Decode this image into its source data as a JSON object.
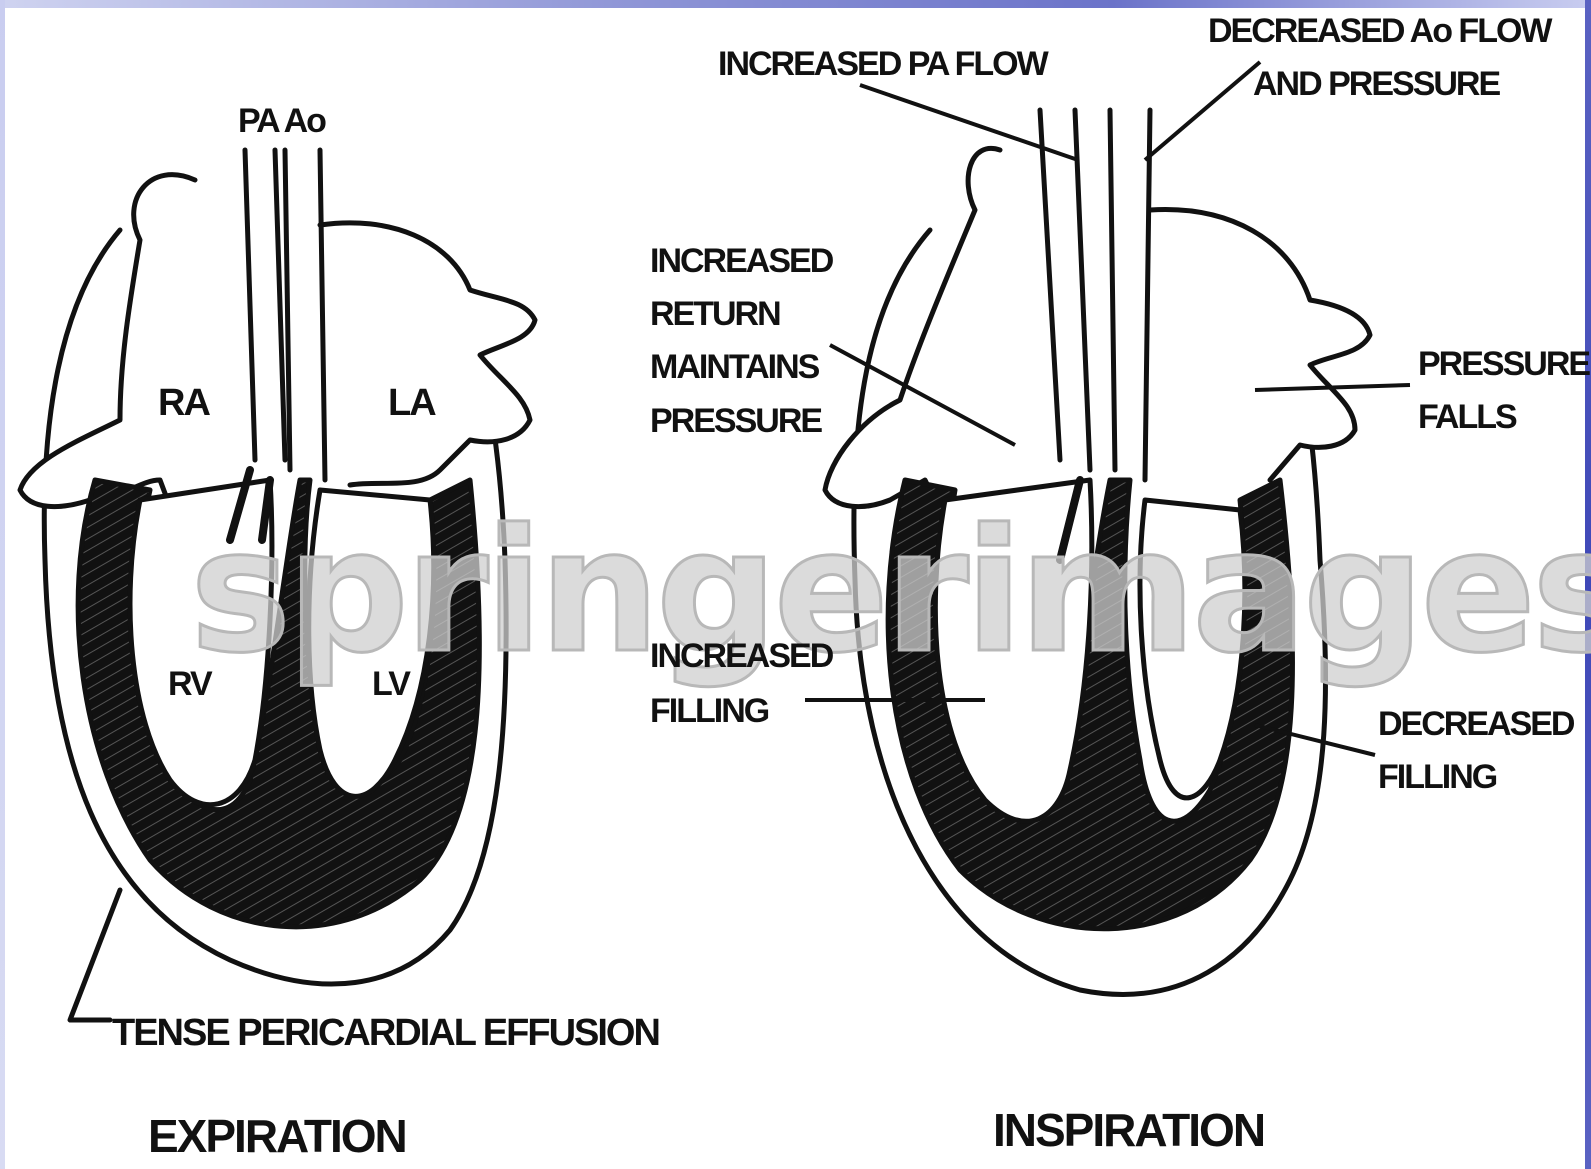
{
  "watermark": "springerimages",
  "expiration_panel": {
    "caption": "EXPIRATION",
    "labels": {
      "pa_ao": "PA Ao",
      "ra": "RA",
      "la": "LA",
      "rv": "RV",
      "lv": "LV",
      "effusion": "TENSE PERICARDIAL EFFUSION"
    }
  },
  "inspiration_panel": {
    "caption": "INSPIRATION",
    "labels": {
      "increased_pa_flow": "INCREASED PA FLOW",
      "decreased_ao_flow_1": "DECREASED Ao FLOW",
      "decreased_ao_flow_2": "AND PRESSURE",
      "increased_return_1": "INCREASED",
      "increased_return_2": "RETURN",
      "increased_return_3": "MAINTAINS",
      "increased_return_4": "PRESSURE",
      "pressure_falls_1": "PRESSURE",
      "pressure_falls_2": "FALLS",
      "increased_filling_1": "INCREASED",
      "increased_filling_2": "FILLING",
      "decreased_filling_1": "DECREASED",
      "decreased_filling_2": "FILLING"
    }
  }
}
